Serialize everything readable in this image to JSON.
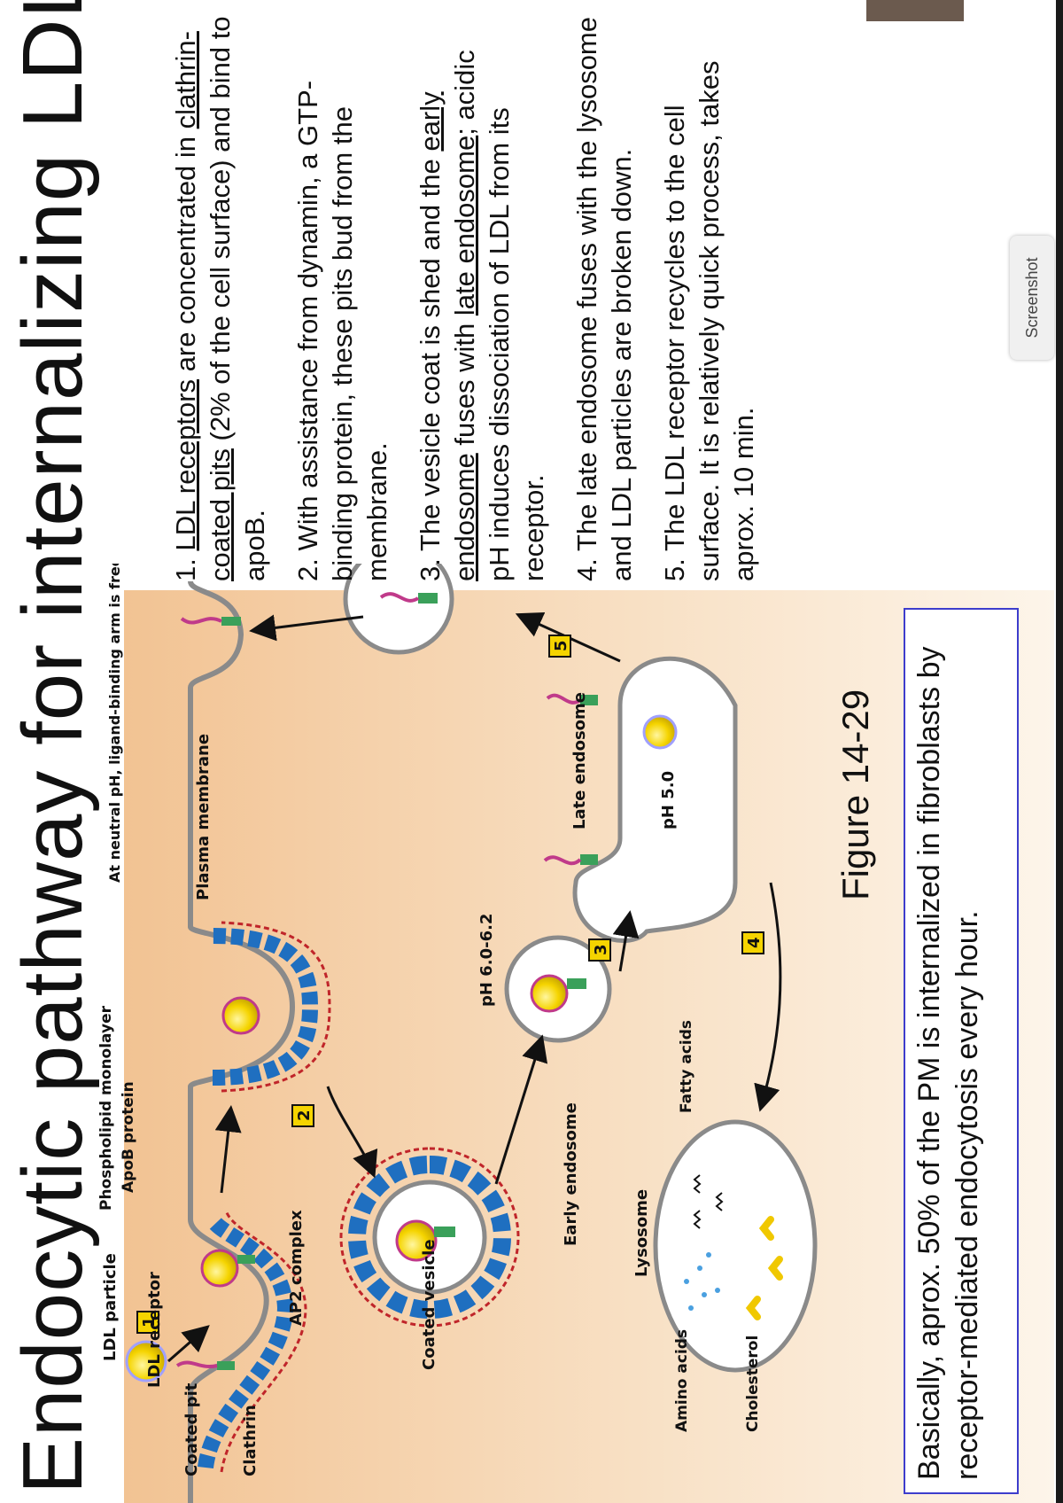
{
  "title": "Endocytic pathway for internalizing LDL",
  "diagram": {
    "labels": {
      "coated_pit": "Coated pit",
      "clathrin": "Clathrin",
      "ldl_receptor": "LDL receptor",
      "ap2_complex": "AP2 complex",
      "ldl_particle": "LDL particle",
      "phospholipid_monolayer": "Phospholipid monolayer",
      "apob_protein": "ApoB protein",
      "coated_vesicle": "Coated vesicle",
      "plasma_membrane": "Plasma membrane",
      "neutral_ph_note": "At neutral pH, ligand-binding arm is free to bind another LDL particle",
      "early_endosome": "Early endosome",
      "ph_early": "pH 6.0-6.2",
      "late_endosome": "Late endosome",
      "ph_late": "pH 5.0",
      "lysosome": "Lysosome",
      "amino_acids": "Amino acids",
      "cholesterol": "Cholesterol",
      "fatty_acids": "Fatty acids"
    },
    "steps": [
      "1",
      "2",
      "3",
      "4",
      "5"
    ]
  },
  "notes": {
    "n1": {
      "pre": "1. ",
      "u1": "LDL receptors",
      "mid1": " are concentrated in ",
      "u2": "clathrin-coated pits",
      "post": " (2% of the cell surface) and bind to apoB."
    },
    "n2": {
      "text": "2. With assistance from dynamin, a GTP-binding protein, these pits bud from the membrane."
    },
    "n3": {
      "pre": "3. The vesicle coat is shed and the ",
      "u1": "early endosome",
      "mid1": " fuses with ",
      "u2": "late endosome",
      "post": "; acidic pH induces dissociation of LDL from its receptor."
    },
    "n4": {
      "text": "4. The late endosome fuses with the lysosome and LDL particles are broken down."
    },
    "n5": {
      "text": "5. The LDL receptor recycles to the cell surface. It is relatively quick process, takes aprox. 10 min."
    }
  },
  "figure_label": "Figure 14-29",
  "summary": "Basically, aprox. 50% of the PM is internalized in fibroblasts by receptor-mediated endocytosis every hour.",
  "screenshot_button": "Screenshot",
  "colors": {
    "background_gradient": "#f4c89a",
    "clathrin": "#1f6fc0",
    "coat_outer": "#c0252a",
    "ldl_yellow": "#f5d400",
    "receptor_green": "#3aa05a",
    "ldl_ligand": "#c03a8a",
    "box_border": "#3d3dcc"
  }
}
